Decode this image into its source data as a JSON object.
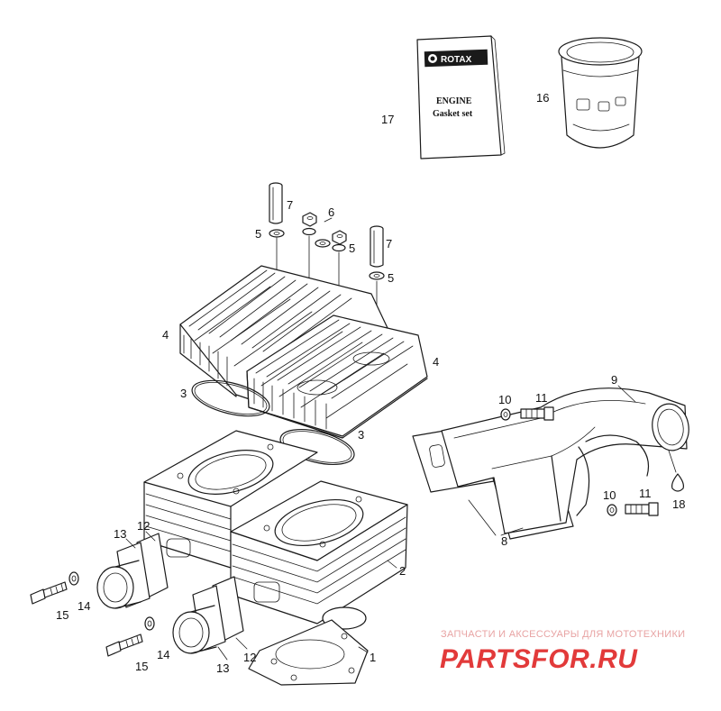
{
  "callouts": {
    "c1": "1",
    "c2": "2",
    "c3a": "3",
    "c3b": "3",
    "c4a": "4",
    "c4b": "4",
    "c5a": "5",
    "c5b": "5",
    "c5c": "5",
    "c6": "6",
    "c7a": "7",
    "c7b": "7",
    "c8": "8",
    "c9": "9",
    "c10a": "10",
    "c10b": "10",
    "c11a": "11",
    "c11b": "11",
    "c12a": "12",
    "c12b": "12",
    "c13a": "13",
    "c13b": "13",
    "c14a": "14",
    "c14b": "14",
    "c15a": "15",
    "c15b": "15",
    "c16": "16",
    "c17": "17",
    "c18": "18"
  },
  "booklet": {
    "brand": "ROTAX",
    "line1": "ENGINE",
    "line2": "Gasket set"
  },
  "watermark": {
    "tagline": "ЗАПЧАСТИ И АКСЕССУАРЫ ДЛЯ МОТОТЕХНИКИ",
    "site": "PARTSFOR.RU"
  },
  "colors": {
    "ink": "#1a1a1a",
    "watermark_red": "#e23a3a",
    "watermark_light": "#e8a3a3"
  }
}
